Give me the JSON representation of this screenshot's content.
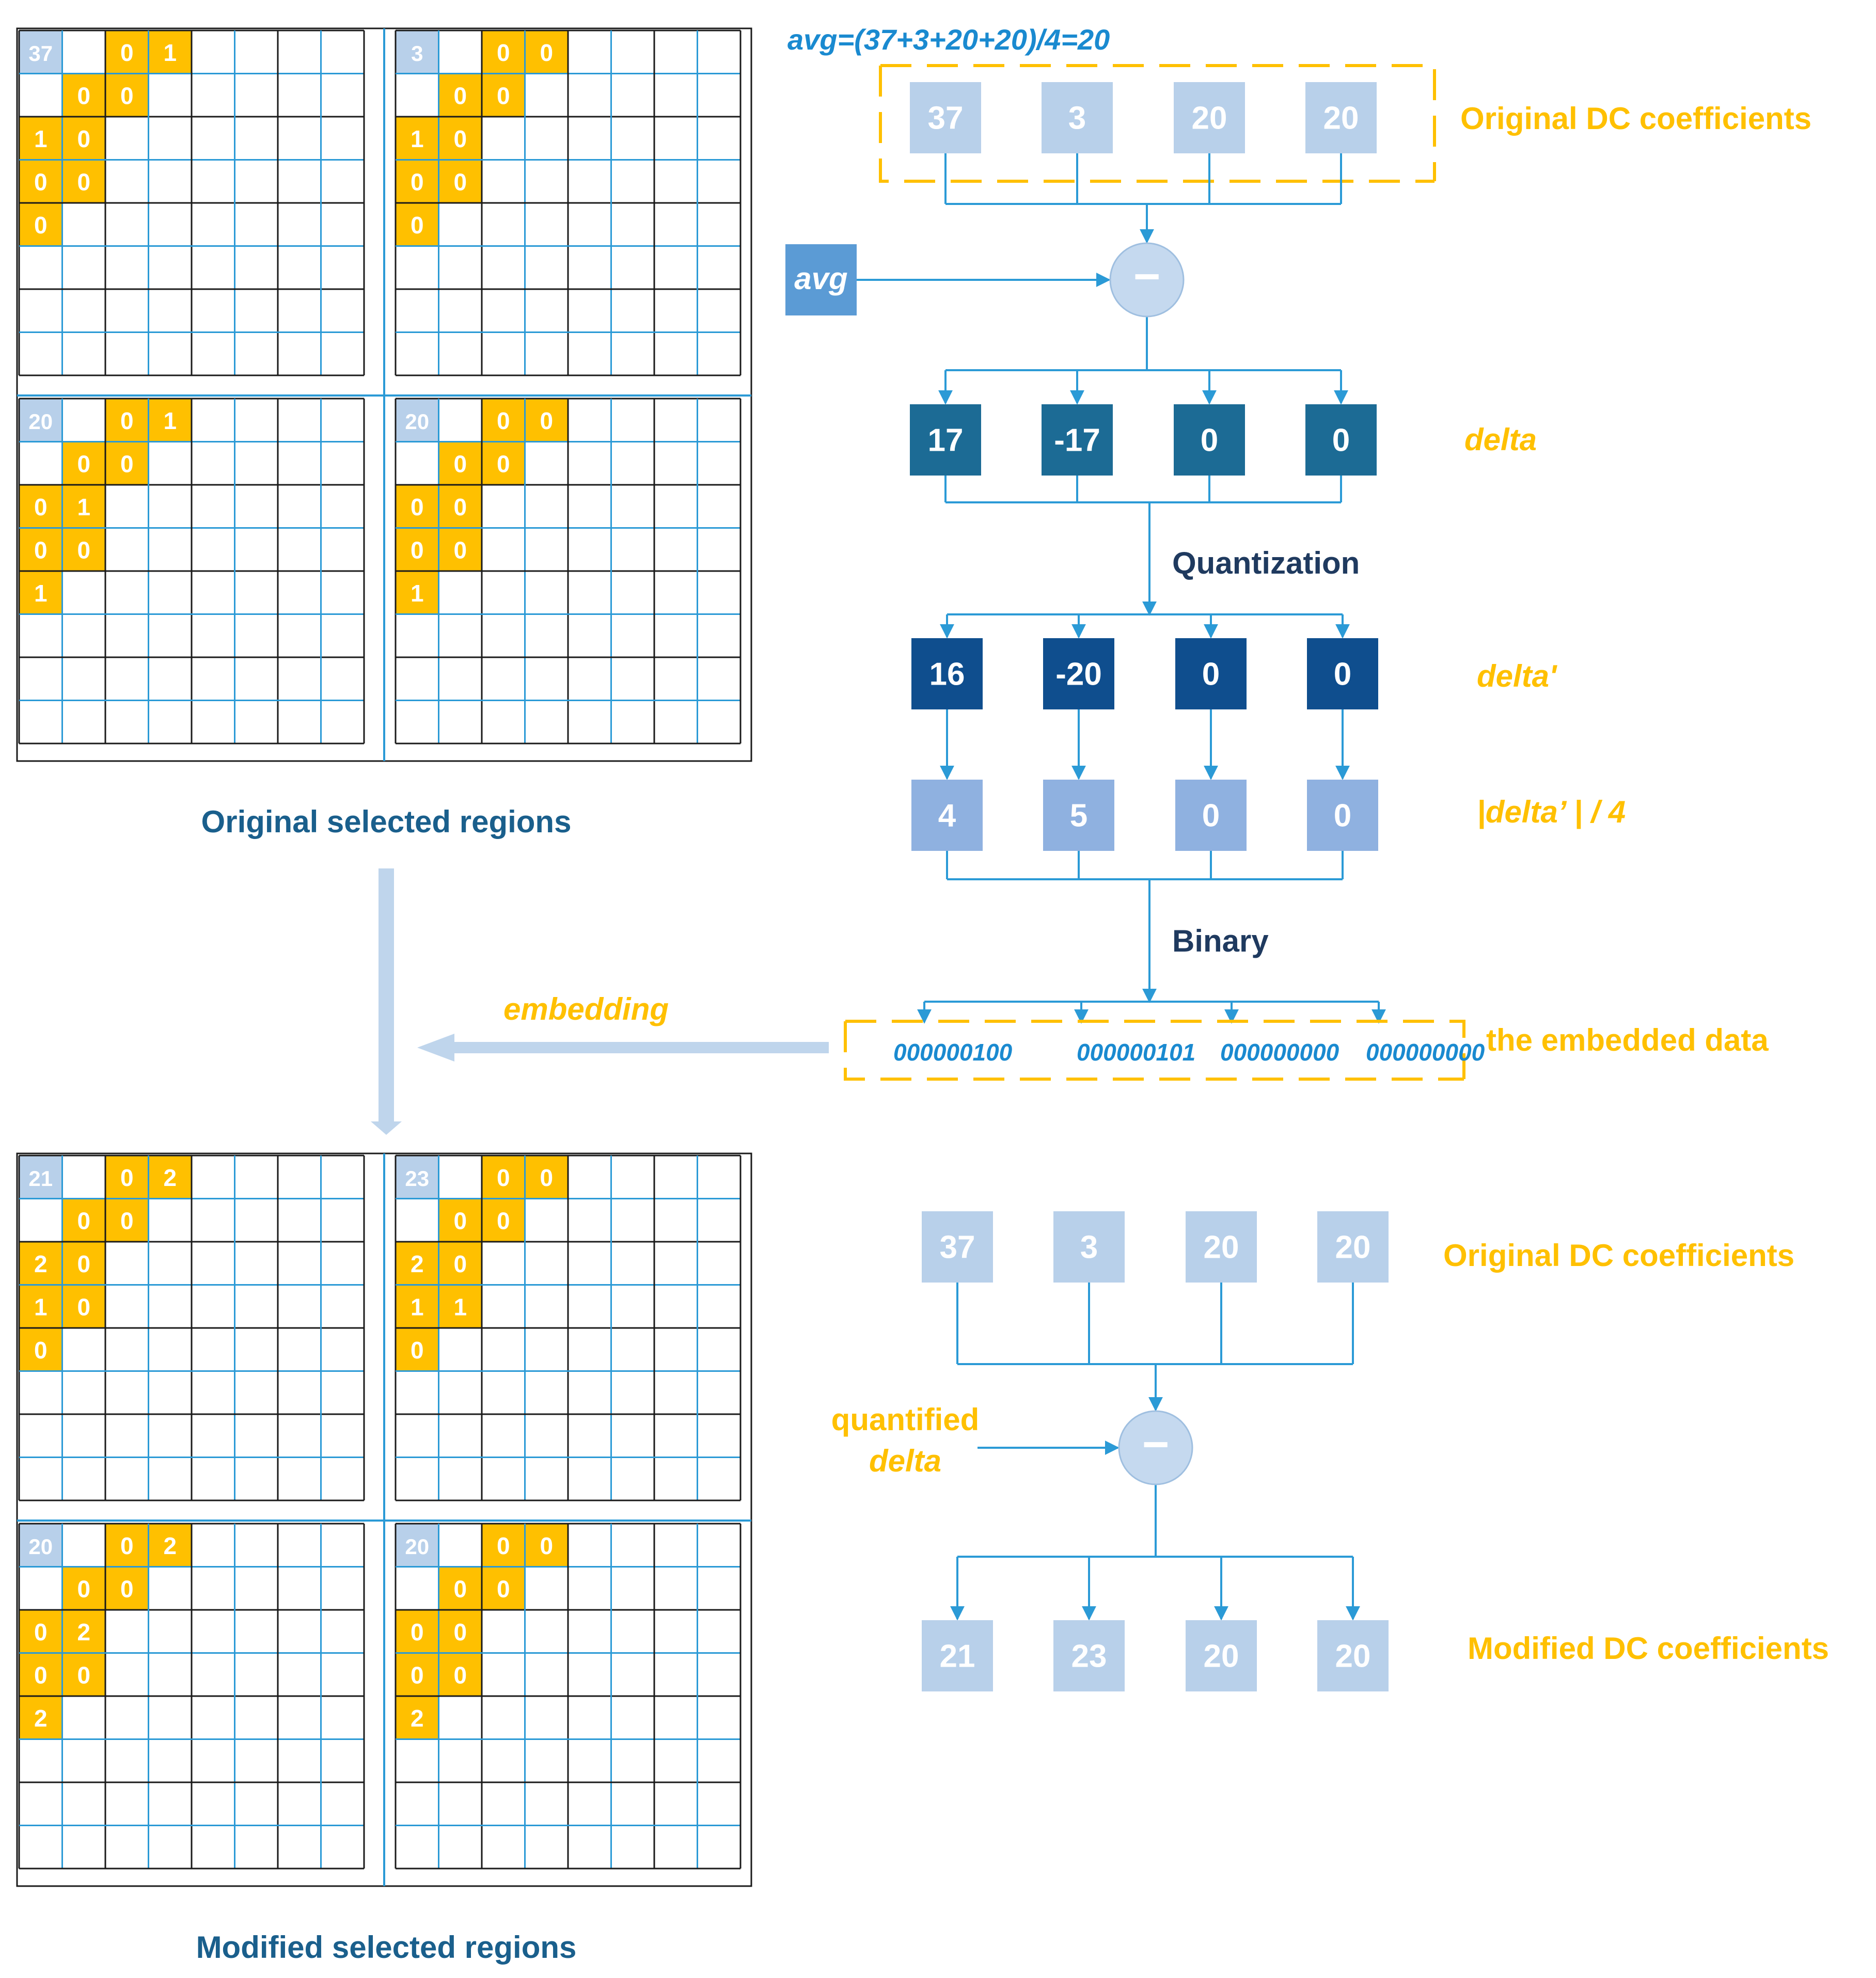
{
  "colors": {
    "grid_black": "#1a1a1a",
    "grid_blue": "#2b9ad6",
    "coef_light": "#b8d0ea",
    "coef_yellow": "#ffc000",
    "delta_box": "#1c6b95",
    "delta_q_box": "#0f4e8e",
    "div_box": "#8fb1e0",
    "avg_box": "#5b9bd5",
    "label_yellow": "#ffc000",
    "label_blue_dark": "#1a5f8c",
    "label_navy": "#1f3a5f",
    "bits_blue": "#1a8ad0",
    "arrow_blue": "#2b9ad6",
    "embed_arrow": "#bfd5ec"
  },
  "formula": "avg=(37+3+20+20)/4=20",
  "labels": {
    "original_dc": "Original DC coefficients",
    "delta": "delta",
    "quantization": "Quantization",
    "delta_prime": "delta'",
    "div4": "|delta’ | / 4",
    "binary": "Binary",
    "embedded_data": "the embedded data",
    "embedding": "embedding",
    "original_regions": "Original selected regions",
    "modified_regions": "Modified selected regions",
    "original_dc_2": "Original DC coefficients",
    "modified_dc": "Modified DC coefficients",
    "quantified": "quantified",
    "quantified_delta": "delta",
    "avg": "avg",
    "minus": "−"
  },
  "original_dc": [
    "37",
    "3",
    "20",
    "20"
  ],
  "delta": [
    "17",
    "-17",
    "0",
    "0"
  ],
  "delta_prime": [
    "16",
    "-20",
    "0",
    "0"
  ],
  "div4": [
    "4",
    "5",
    "0",
    "0"
  ],
  "embedded_bits": [
    "000000100",
    "000000101",
    "000000000",
    "000000000"
  ],
  "original_dc_2": [
    "37",
    "3",
    "20",
    "20"
  ],
  "modified_dc": [
    "21",
    "23",
    "20",
    "20"
  ],
  "regions": {
    "original": [
      {
        "dc": "37",
        "c02": "0",
        "c03": "1",
        "c11": "0",
        "c12": "0",
        "c20": "1",
        "c21": "0",
        "c30": "0",
        "c31": "0",
        "c40": "0"
      },
      {
        "dc": "3",
        "c02": "0",
        "c03": "0",
        "c11": "0",
        "c12": "0",
        "c20": "1",
        "c21": "0",
        "c30": "0",
        "c31": "0",
        "c40": "0"
      },
      {
        "dc": "20",
        "c02": "0",
        "c03": "1",
        "c11": "0",
        "c12": "0",
        "c20": "0",
        "c21": "1",
        "c30": "0",
        "c31": "0",
        "c40": "1"
      },
      {
        "dc": "20",
        "c02": "0",
        "c03": "0",
        "c11": "0",
        "c12": "0",
        "c20": "0",
        "c21": "0",
        "c30": "0",
        "c31": "0",
        "c40": "1"
      }
    ],
    "modified": [
      {
        "dc": "21",
        "c02": "0",
        "c03": "2",
        "c11": "0",
        "c12": "0",
        "c20": "2",
        "c21": "0",
        "c30": "1",
        "c31": "0",
        "c40": "0"
      },
      {
        "dc": "23",
        "c02": "0",
        "c03": "0",
        "c11": "0",
        "c12": "0",
        "c20": "2",
        "c21": "0",
        "c30": "1",
        "c31": "1",
        "c40": "0"
      },
      {
        "dc": "20",
        "c02": "0",
        "c03": "2",
        "c11": "0",
        "c12": "0",
        "c20": "0",
        "c21": "2",
        "c30": "0",
        "c31": "0",
        "c40": "2"
      },
      {
        "dc": "20",
        "c02": "0",
        "c03": "0",
        "c11": "0",
        "c12": "0",
        "c20": "0",
        "c21": "0",
        "c30": "0",
        "c31": "0",
        "c40": "2"
      }
    ]
  }
}
